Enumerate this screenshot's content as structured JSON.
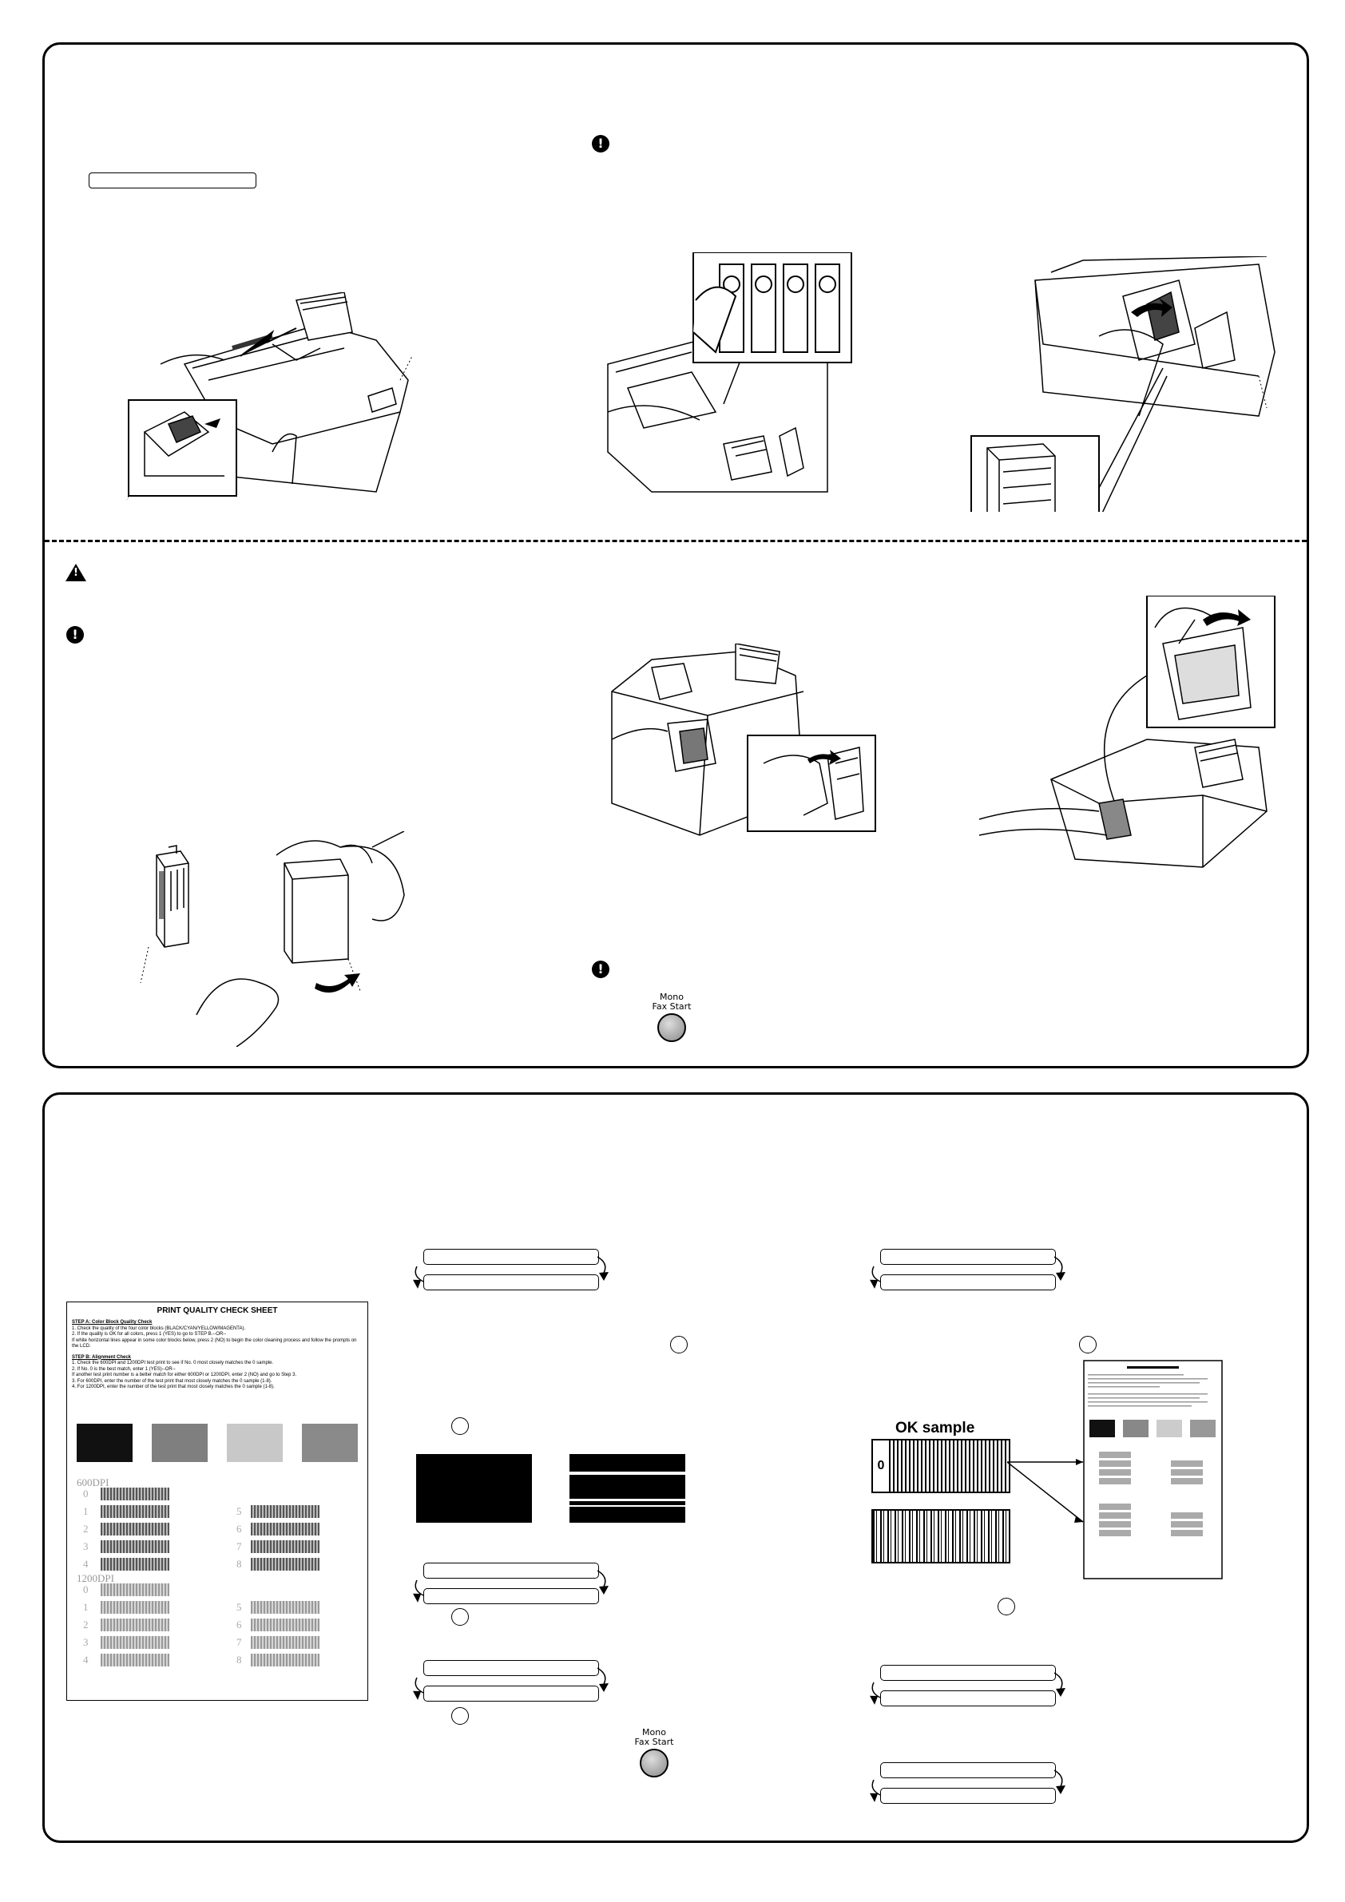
{
  "button": {
    "line1": "Mono",
    "line2": "Fax Start"
  },
  "check_sheet": {
    "title": "PRINT QUALITY CHECK SHEET",
    "step_a_heading": "STEP A: Color Block Quality Check",
    "step_a_lines": [
      "1. Check the quality of the four color blocks (BLACK/CYAN/YELLOW/MAGENTA).",
      "2. If the quality is OK for all colors, press 1 (YES) to go to STEP B.--OR--",
      "   If white horizontal lines appear in some color blocks below, press 2 (NO) to begin the color cleaning process and follow the prompts on the LCD."
    ],
    "step_b_heading": "STEP B: Alignment Check",
    "step_b_lines": [
      "1. Check the 600DPI and 1200DPI test print to see if No. 0 most closely matches the 0 sample.",
      "2. If No. 0 is the best match, enter 1 (YES)--OR--",
      "   If another test print number is a better match for either 600DPI or 1200DPI, enter 2 (NO) and go to Step 3.",
      "3. For 600DPI, enter the number of the test print that most closely matches the 0 sample (1-8).",
      "4. For 1200DPI, enter the number of the test print that most closely matches the 0 sample (1-8)."
    ],
    "dpi_600": "600DPI",
    "dpi_1200": "1200DPI",
    "numbers_left": [
      "0",
      "1",
      "2",
      "3",
      "4"
    ],
    "numbers_right": [
      "5",
      "6",
      "7",
      "8"
    ],
    "block_colors": [
      "#111111",
      "#7f7f7f",
      "#c8c8c8",
      "#8a8a8a"
    ]
  },
  "ok_sample": {
    "title": "OK sample",
    "zero": "0"
  }
}
